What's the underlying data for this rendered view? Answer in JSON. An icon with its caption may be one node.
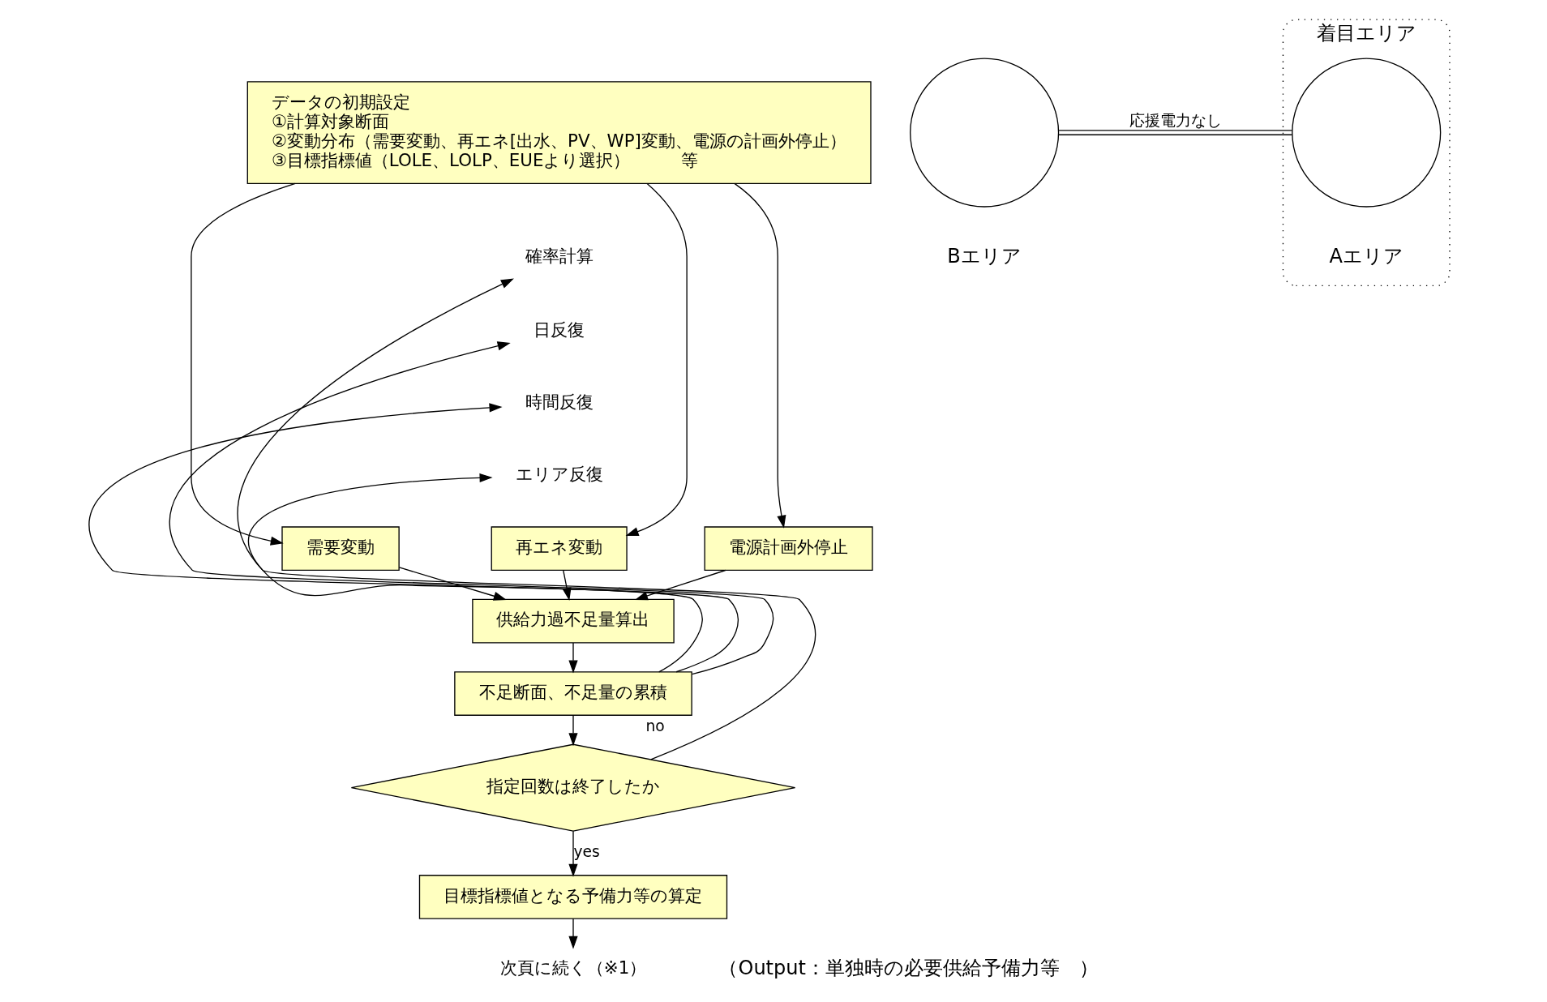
{
  "diagram": {
    "nodes": [
      {
        "text": [
          "データの初期設定",
          "①計算対象断面",
          "②変動分布（需要変動、再エネ[出水、PV、WP]変動、電源の計画外停止）",
          "③目標指標値（LOLE、LOLP、EUEより選択）　　　等"
        ]
      },
      {
        "text": [
          "確率計算"
        ]
      },
      {
        "text": [
          "日反復"
        ]
      },
      {
        "text": [
          "時間反復"
        ]
      },
      {
        "text": [
          "エリア反復"
        ]
      },
      {
        "text": [
          "需要変動"
        ]
      },
      {
        "text": [
          "再エネ変動"
        ]
      },
      {
        "text": [
          "電源計画外停止"
        ]
      },
      {
        "text": [
          "供給力過不足量算出"
        ]
      },
      {
        "text": [
          "不足断面、不足量の累積"
        ]
      },
      {
        "text": [
          "指定回数は終了したか"
        ]
      },
      {
        "text": [
          "目標指標値となる予備力等の算定"
        ]
      },
      {
        "text": [
          "次頁に続く（※1）"
        ]
      },
      {
        "text": [
          "着目エリア"
        ]
      },
      {
        "text": [],
        "shape": "circle",
        "in": 13,
        "beside": [
          "Aエリア"
        ]
      },
      {
        "text": [],
        "shape": "circle",
        "beside": [
          "Bエリア"
        ]
      }
    ],
    "edges": [
      {
        "from": 0,
        "to": 5,
        "arrow": "to"
      },
      {
        "from": 0,
        "to": 6,
        "arrow": "to"
      },
      {
        "from": 0,
        "to": 7,
        "arrow": "to"
      },
      {
        "from": 5,
        "to": 8,
        "arrow": "to"
      },
      {
        "from": 6,
        "to": 8,
        "arrow": "to"
      },
      {
        "from": 7,
        "to": 8,
        "arrow": "to"
      },
      {
        "from": 8,
        "to": 9,
        "arrow": "to"
      },
      {
        "from": 9,
        "to": 10,
        "arrow": "to"
      },
      {
        "from": 9,
        "to": 4,
        "arrow": "to"
      },
      {
        "from": 9,
        "to": 3,
        "arrow": "to"
      },
      {
        "from": 9,
        "to": 2,
        "arrow": "to"
      },
      {
        "from": 10,
        "to": 1,
        "arrow": "to",
        "label": "no"
      },
      {
        "from": 10,
        "to": 11,
        "arrow": "to",
        "label": "yes"
      },
      {
        "from": 11,
        "to": 12,
        "arrow": "to"
      },
      {
        "from": 14,
        "to": 15,
        "arrow": "none",
        "label": "応援電力なし"
      }
    ],
    "labels": [
      "（Output：単独時の必要供給予備力等　）"
    ]
  }
}
